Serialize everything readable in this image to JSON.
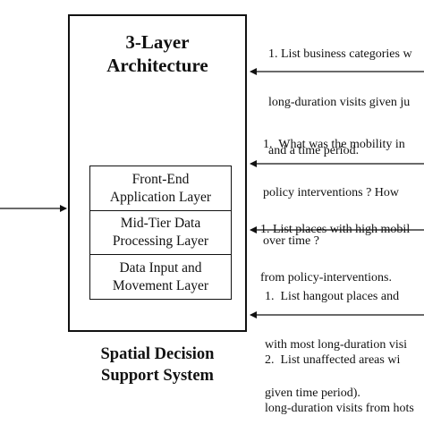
{
  "architecture": {
    "title_line1": "3-Layer",
    "title_line2": "Architecture"
  },
  "layers": [
    {
      "line1": "Front-End",
      "line2": "Application Layer"
    },
    {
      "line1": "Mid-Tier Data",
      "line2": "Processing Layer"
    },
    {
      "line1": "Data Input and",
      "line2": "Movement Layer"
    }
  ],
  "system": {
    "title_line1": "Spatial Decision",
    "title_line2": "Support System"
  },
  "queries": [
    {
      "lines": [
        "1. List business categories w",
        "long-duration visits given ju",
        "and a time period."
      ]
    },
    {
      "lines": [
        "1.  What was the mobility in",
        "policy interventions ? How",
        "over time ?"
      ]
    },
    {
      "lines": [
        "1. List places with high mobil",
        "from policy-interventions."
      ]
    },
    {
      "lines": [
        "1.  List hangout places and",
        "with most long-duration visi",
        "given time period)."
      ]
    },
    {
      "lines": [
        "2.  List unaffected areas wi",
        "long-duration visits from hots"
      ]
    }
  ]
}
